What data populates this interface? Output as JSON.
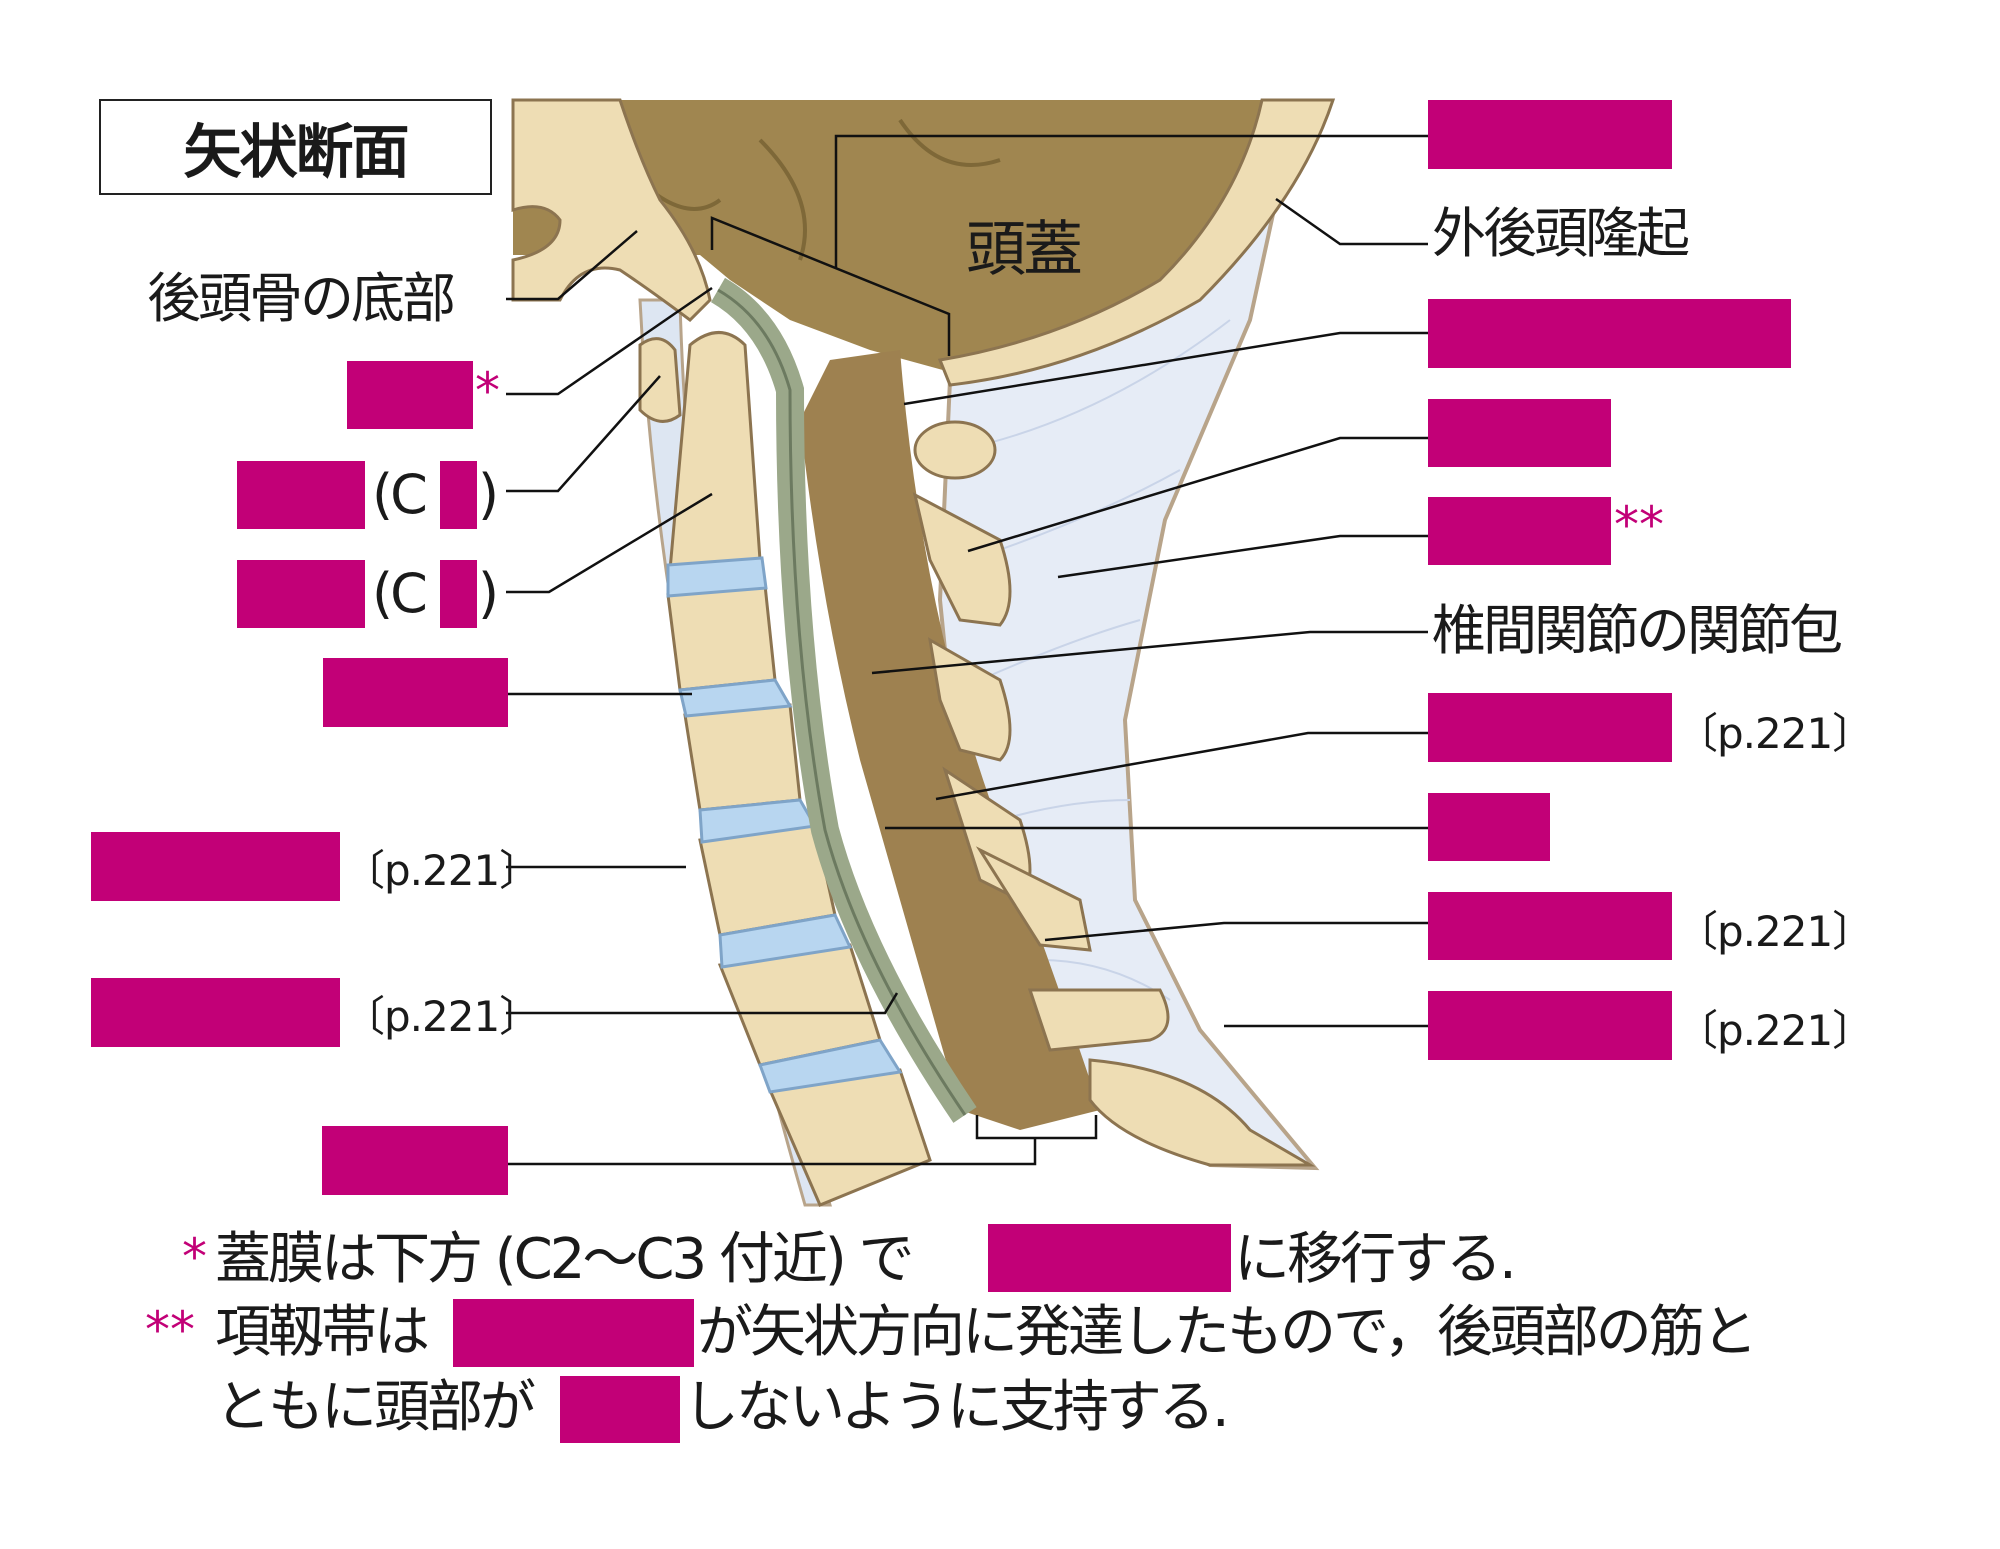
{
  "title": "矢状断面",
  "illustration": {
    "skull_label": "頭蓋",
    "colors": {
      "blank": "#C20077",
      "bone": "#EEDDB4",
      "brain": "#A08650",
      "disc": "#B8D6F0",
      "ligament": "#E6ECF6",
      "cord": "#9BA88A"
    }
  },
  "right_labels": [
    {
      "type": "blank"
    },
    {
      "type": "text",
      "text": "外後頭隆起"
    },
    {
      "type": "blank"
    },
    {
      "type": "blank"
    },
    {
      "type": "blank",
      "mark": "**"
    },
    {
      "type": "text",
      "text": "椎間関節の関節包"
    },
    {
      "type": "blank",
      "ref": "〔p.221〕"
    },
    {
      "type": "blank"
    },
    {
      "type": "blank",
      "ref": "〔p.221〕"
    },
    {
      "type": "blank",
      "ref": "〔p.221〕"
    }
  ],
  "left_labels": [
    {
      "type": "text",
      "text": "後頭骨の底部"
    },
    {
      "type": "blank",
      "mark": "*"
    },
    {
      "type": "blank",
      "suffix_open": "(C",
      "suffix_close": ")"
    },
    {
      "type": "blank",
      "suffix_open": "(C",
      "suffix_close": ")"
    },
    {
      "type": "blank"
    },
    {
      "type": "blank",
      "ref": "〔p.221〕"
    },
    {
      "type": "blank",
      "ref": "〔p.221〕"
    },
    {
      "type": "blank"
    }
  ],
  "notes": {
    "note1_mark": "*",
    "note1_a": "蓋膜は下方 (C2～C3 付近) で",
    "note1_b": "に移行する.",
    "note2_mark": "**",
    "note2_a": "項靱帯は",
    "note2_b": "が矢状方向に発達したもので，後頭部の筋と",
    "note3_a": "ともに頭部が",
    "note3_b": "しないように支持する."
  }
}
